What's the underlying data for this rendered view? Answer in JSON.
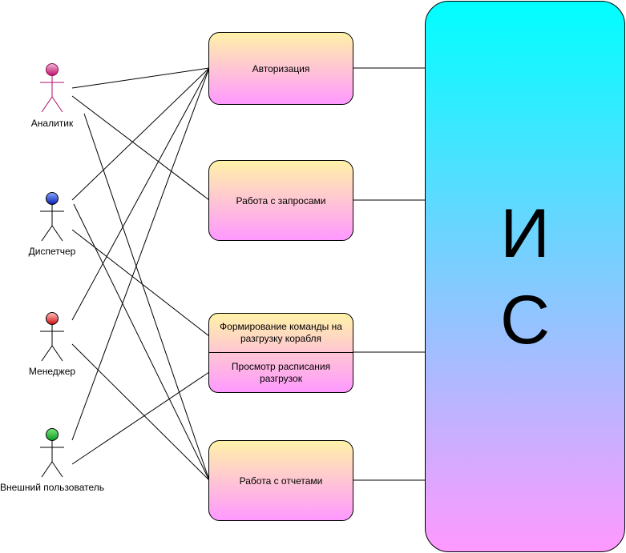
{
  "actors": [
    {
      "id": "analyst",
      "name": "Аналитик",
      "color": "#e02080"
    },
    {
      "id": "dispatcher",
      "name": "Диспетчер",
      "color": "#1a3fd8"
    },
    {
      "id": "manager",
      "name": "Менеджер",
      "color": "#e02020"
    },
    {
      "id": "external",
      "name": "Внешний пользователь",
      "color": "#10b020"
    }
  ],
  "use_cases": {
    "auth": "Авторизация",
    "requests": "Работа с запросами",
    "unload_cmd": "Формирование команды на разгрузку корабля",
    "schedule": "Просмотр расписания разгрузок",
    "reports": "Работа с отчетами"
  },
  "system": {
    "title": "И С"
  },
  "colors": {
    "box_top": "#fff2a8",
    "box_bottom": "#ff99ff",
    "system_top": "#00ffff",
    "system_bottom": "#ff99ff"
  }
}
